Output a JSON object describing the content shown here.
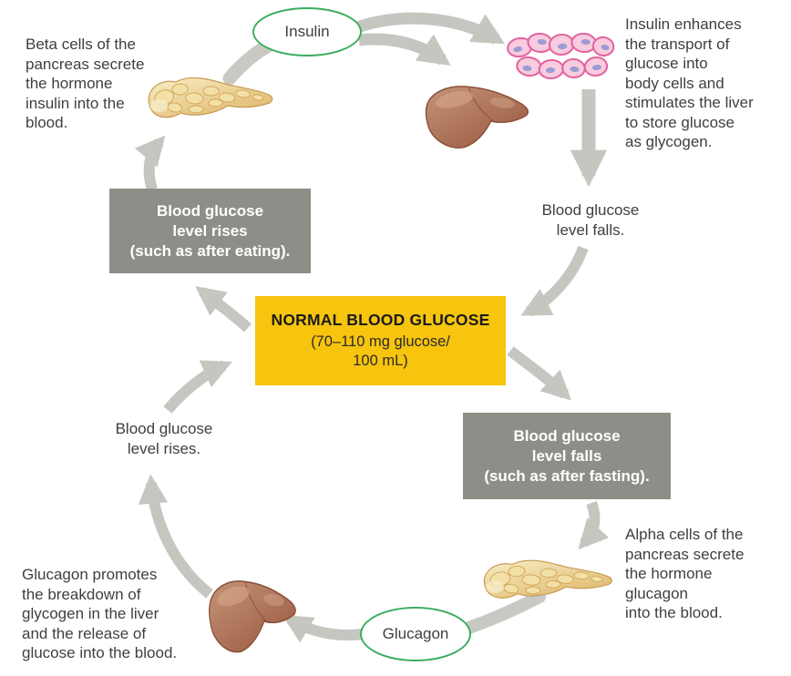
{
  "colors": {
    "yellow_box": "#f7c40e",
    "gray_box": "#8e8e89",
    "arrow_gray": "#c6c6c1",
    "oval_border_green": "#3bad5e",
    "text": "#3f3f3f",
    "liver_brown": "#a96a4e",
    "pancreas_tan": "#eed28f",
    "cells_pink": "#f8ccde"
  },
  "ovals": {
    "insulin": "Insulin",
    "glucagon": "Glucagon"
  },
  "center_box": {
    "title": "NORMAL BLOOD GLUCOSE",
    "subtitle": "(70–110 mg glucose/\n100 mL)"
  },
  "state_boxes": {
    "rises": "Blood glucose\nlevel rises\n(such as after eating).",
    "falls": "Blood glucose\nlevel falls\n(such as after fasting)."
  },
  "step_labels": {
    "falls_plain": "Blood glucose\nlevel falls.",
    "rises_plain": "Blood glucose\nlevel rises."
  },
  "annotations": {
    "beta_cells": "Beta cells of the\npancreas secrete\nthe hormone\ninsulin into the\nblood.",
    "insulin_action": "Insulin enhances\nthe transport of\nglucose into\nbody cells and\nstimulates the liver\nto store glucose\nas glycogen.",
    "alpha_cells": "Alpha cells of the\npancreas secrete\nthe hormone\nglucagon\ninto the blood.",
    "glucagon_action": "Glucagon promotes\nthe breakdown of\nglycogen in the liver\nand the release of\nglucose into the blood."
  },
  "organs": {
    "pancreas_top": "pancreas",
    "liver_top": "liver",
    "body_cells": "body cells",
    "pancreas_bottom": "pancreas",
    "liver_bottom": "liver"
  }
}
